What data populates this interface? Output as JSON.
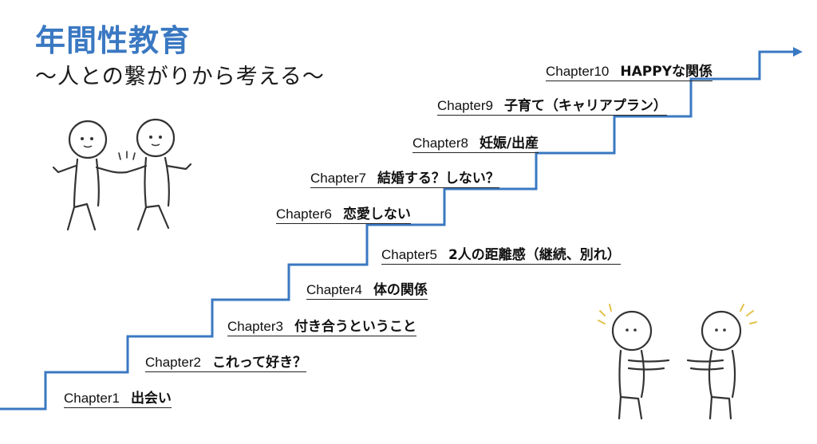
{
  "header": {
    "title": "年間性教育",
    "subtitle": "〜人との繋がりから考える〜"
  },
  "colors": {
    "accent": "#3a78c2",
    "text": "#111111",
    "line": "#222222",
    "figure_stroke": "#333333",
    "spark": "#e2c24a"
  },
  "chapters": [
    {
      "num": "Chapter1",
      "topic": "出会い"
    },
    {
      "num": "Chapter2",
      "topic": "これって好き？"
    },
    {
      "num": "Chapter3",
      "topic": "付き合うということ"
    },
    {
      "num": "Chapter4",
      "topic": "体の関係"
    },
    {
      "num": "Chapter5",
      "topic": "2人の距離感（継続、別れ）"
    },
    {
      "num": "Chapter6",
      "topic": "恋愛しない"
    },
    {
      "num": "Chapter7",
      "topic": "結婚する？しない？"
    },
    {
      "num": "Chapter8",
      "topic": "妊娠/出産"
    },
    {
      "num": "Chapter9",
      "topic": "子育て（キャリアプラン）"
    },
    {
      "num": "Chapter10",
      "topic": "HAPPYな関係"
    }
  ],
  "illustrations": {
    "top_left": "holding-hands-figures",
    "bottom_right": "reaching-out-figures"
  }
}
